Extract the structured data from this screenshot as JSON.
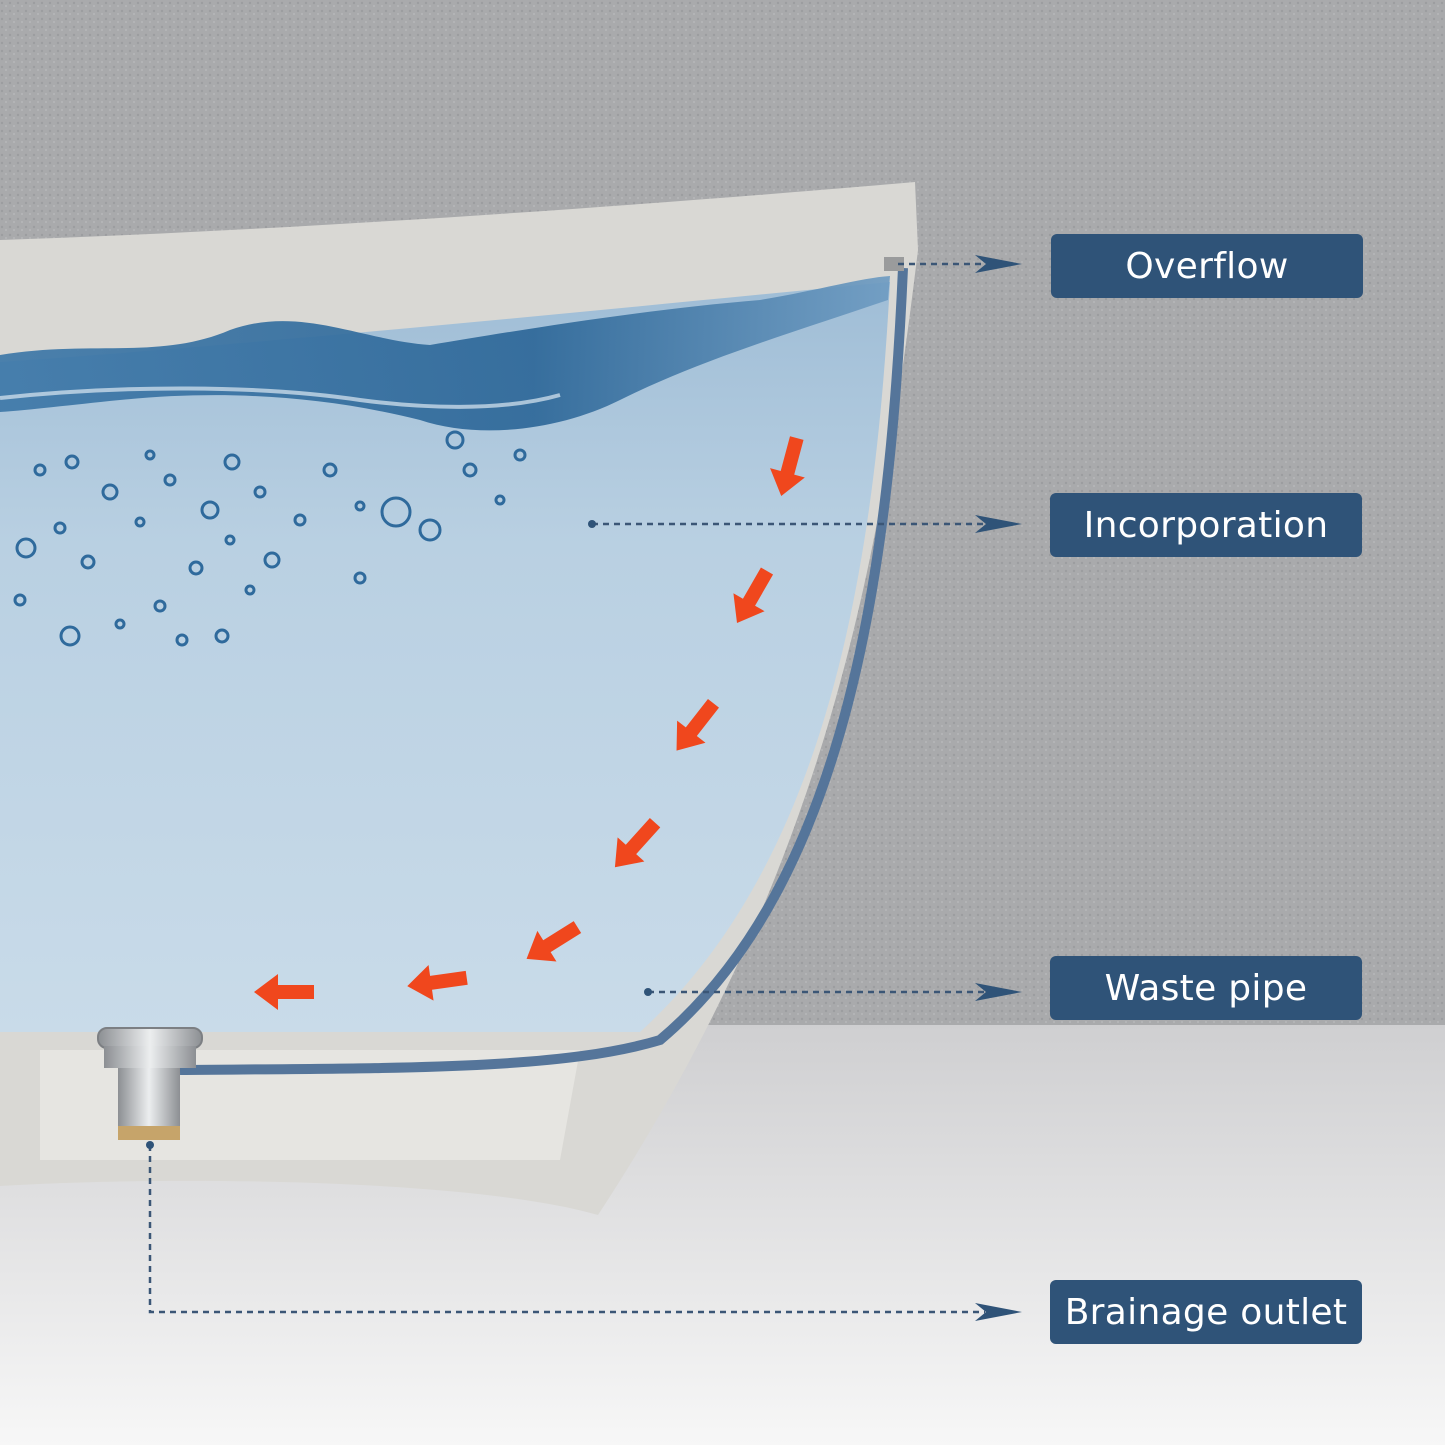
{
  "colors": {
    "wall": "#a9aaac",
    "floor": "#e9e9ea",
    "tub_shell": "#d9d8d4",
    "water": "#b9d0e2",
    "waste_pipe": "#55759a",
    "label_bg": "#2f5378",
    "flow_arrow": "#f0471d",
    "leader_line": "#3b5676"
  },
  "icons": {
    "flow": "arrow-down-left-icon",
    "bubble": "bubble-icon",
    "drain": "pop-up-drain-icon"
  },
  "labels": {
    "overflow": "Overflow",
    "incorporation": "Incorporation",
    "waste_pipe": "Waste pipe",
    "brainage_outlet": "Brainage outlet"
  }
}
